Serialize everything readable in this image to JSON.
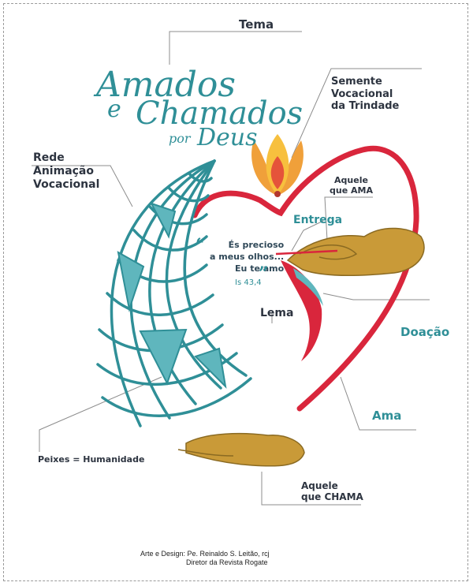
{
  "title": {
    "word1": "Amados",
    "word2": "e",
    "word3": "Chamados",
    "word4": "por",
    "word5": "Deus"
  },
  "labels": {
    "tema": "Tema",
    "semente": [
      "Semente",
      "Vocacional",
      "da Trindade"
    ],
    "rede": [
      "Rede",
      "Animação",
      "Vocacional"
    ],
    "aquele_ama": [
      "Aquele",
      "que AMA"
    ],
    "entrega": "Entrega",
    "lema": "Lema",
    "doacao": "Doação",
    "ama": "Ama",
    "peixes": "Peixes = Humanidade",
    "aquele_chama": [
      "Aquele",
      "que CHAMA"
    ]
  },
  "quote": {
    "open_mark": "“",
    "close_mark": "”",
    "lines": [
      "És precioso",
      "a meus olhos...",
      "Eu te amo"
    ],
    "ref": "Is 43,4"
  },
  "credits": {
    "line1": "Arte e Design: Pe. Reinaldo S. Leitão, rcj",
    "line2": "Diretor da Revista Rogate"
  },
  "colors": {
    "teal": "#2f8f97",
    "red": "#d9263c",
    "gold": "#c99a38",
    "orange": "#f0a03a",
    "text": "#2d3440"
  }
}
